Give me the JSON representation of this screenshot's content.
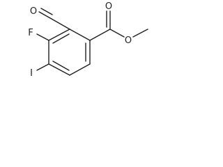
{
  "molecule": {
    "atoms": {
      "oxygen_aldehyde": "O",
      "oxygen_carbonyl": "O",
      "oxygen_ester": "O",
      "fluorine": "F",
      "iodine": "I"
    }
  },
  "colors": {
    "bond": "#1f1f1f",
    "background": "#ffffff"
  }
}
